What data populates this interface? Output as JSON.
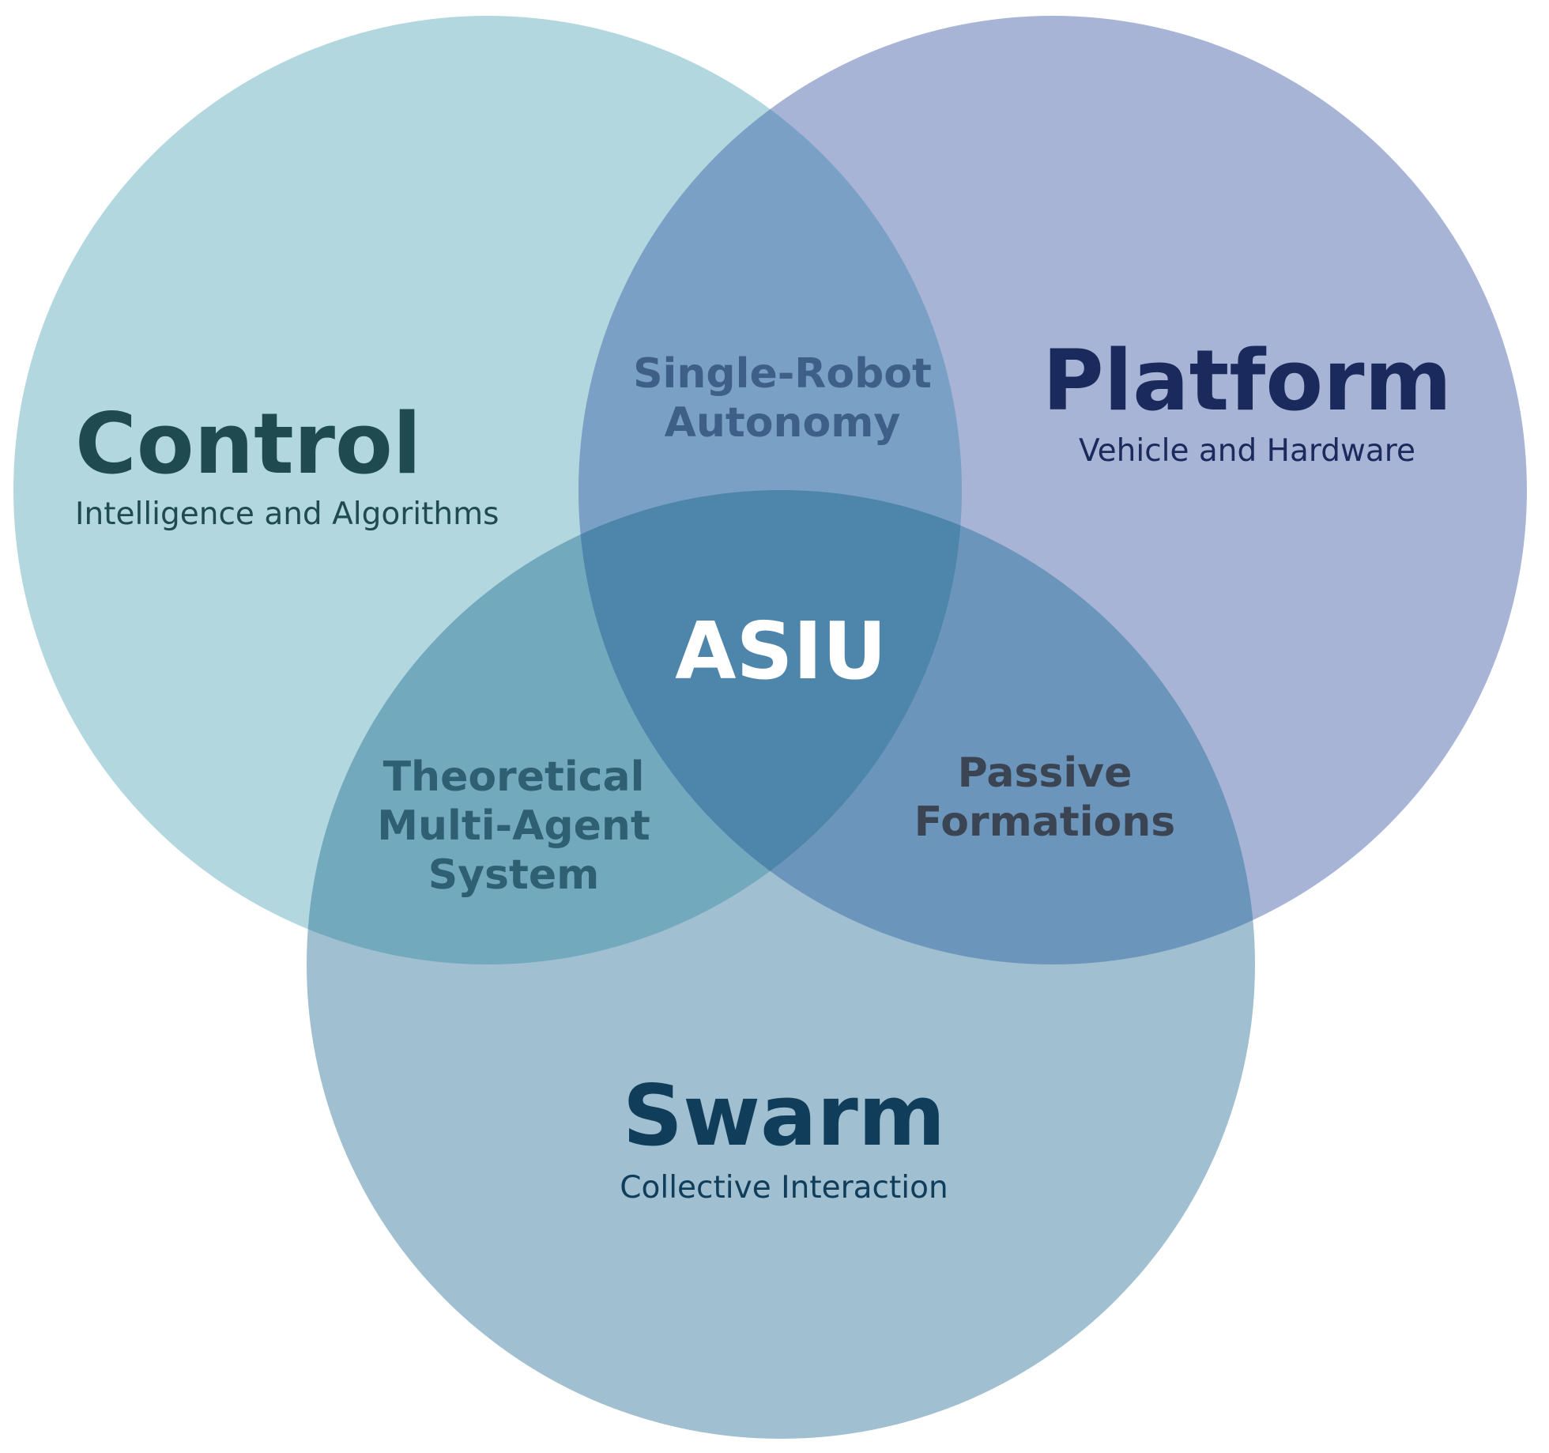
{
  "colors": {
    "control_circle": "#b2d7de",
    "platform_circle": "#a7b4d6",
    "swarm_circle": "#a0bfd0",
    "control_platform_overlap": "#7ba0c6",
    "control_swarm_overlap": "#72a9bd",
    "platform_swarm_overlap": "#6b95bb",
    "center_overlap": "#4e85ab",
    "control_text": "#1f4a50",
    "platform_text": "#1b2a5c",
    "swarm_text": "#0f3d5a",
    "single_robot_text": "#3d5f88",
    "theoretical_text": "#2f5f72",
    "passive_text": "#3a4452",
    "core_text": "#ffffff"
  },
  "circles": {
    "control": {
      "title": "Control",
      "subtitle": "Intelligence and Algorithms"
    },
    "platform": {
      "title": "Platform",
      "subtitle": "Vehicle and Hardware"
    },
    "swarm": {
      "title": "Swarm",
      "subtitle": "Collective Interaction"
    }
  },
  "overlaps": {
    "control_platform": [
      "Single-Robot",
      "Autonomy"
    ],
    "control_swarm": [
      "Theoretical",
      "Multi-Agent",
      "System"
    ],
    "platform_swarm": [
      "Passive",
      "Formations"
    ],
    "center": "ASIU"
  }
}
